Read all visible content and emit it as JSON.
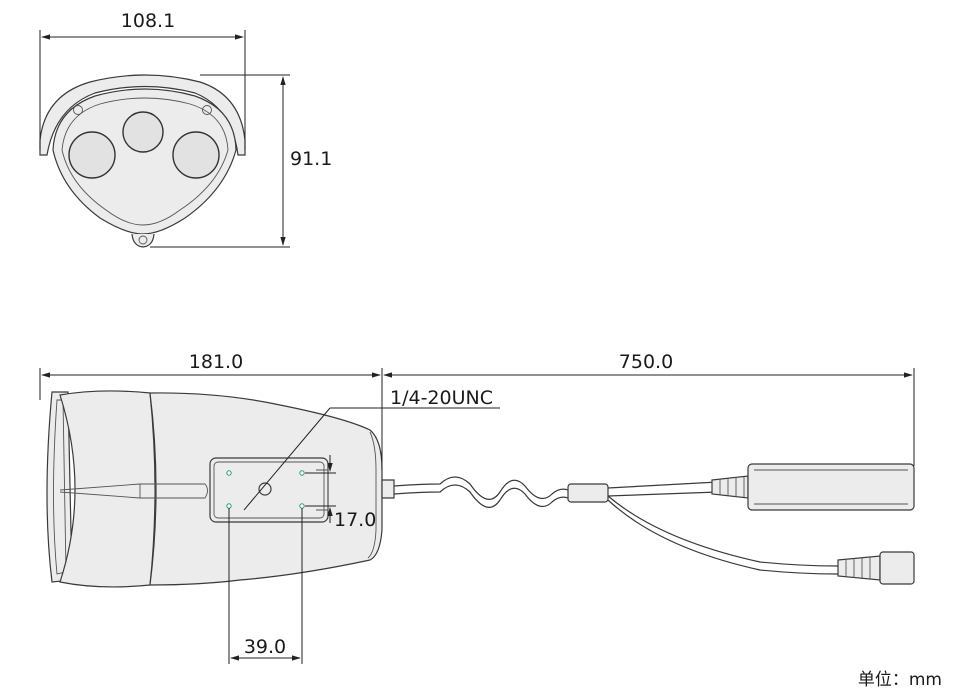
{
  "front_view": {
    "width_label": "108.1",
    "height_label": "91.1"
  },
  "side_view": {
    "length_label": "181.0",
    "cable_label": "750.0",
    "thread_label": "1/4-20UNC",
    "hole_vertical_label": "17.0",
    "hole_horizontal_label": "39.0"
  },
  "unit_label": "单位：mm",
  "colors": {
    "line": "#3a3a3a",
    "body_fill": "#ececec",
    "mount_hole": "#2a9a7a"
  }
}
